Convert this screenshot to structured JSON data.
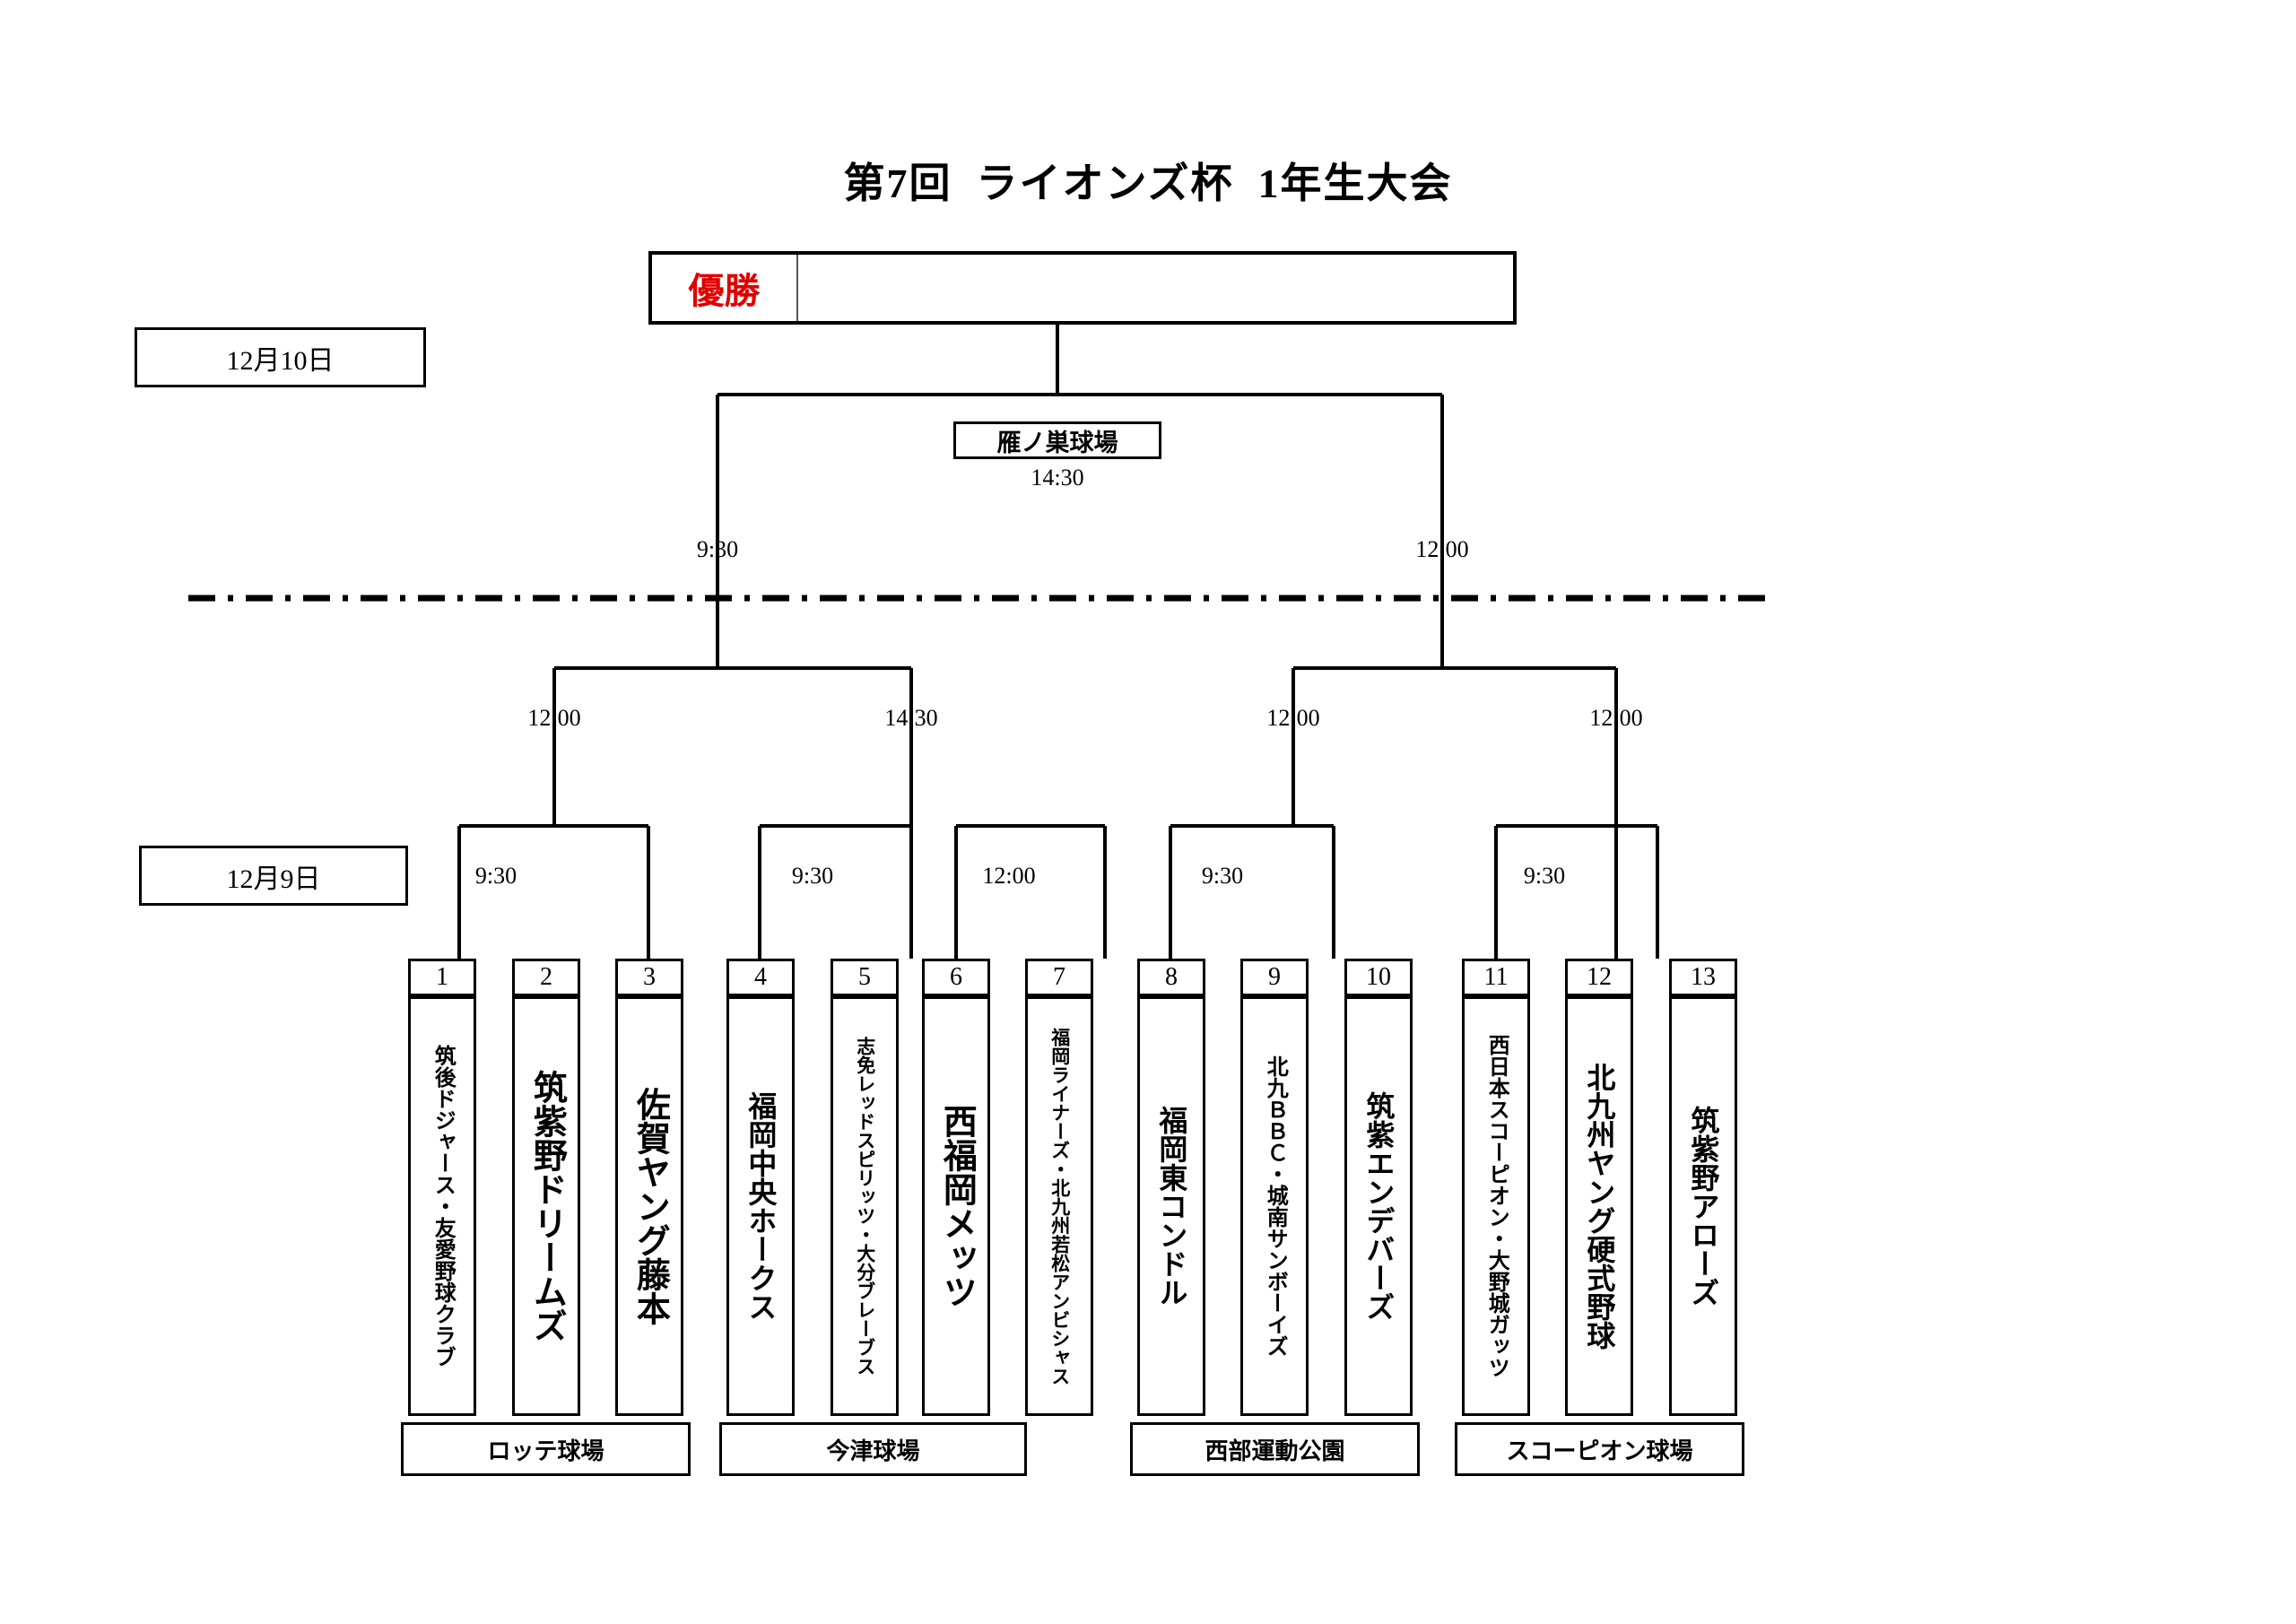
{
  "title": "第7回  ライオンズ杯  1年生大会",
  "champion": {
    "label": "優勝",
    "winner": ""
  },
  "dates": {
    "day2": "12月10日",
    "day1": "12月9日"
  },
  "final": {
    "venue": "雁ノ巣球場",
    "time": "14:30"
  },
  "semifinal_times": [
    "9:30",
    "12:00"
  ],
  "quarterfinal_times": [
    "12:00",
    "14:30",
    "12:00",
    "12:00"
  ],
  "firstround_times": [
    "9:30",
    "9:30",
    "12:00",
    "9:30",
    "9:30"
  ],
  "teams": [
    {
      "seed": "1",
      "name": "筑後ドジャース・友愛野球クラブ",
      "size": "tn-sm"
    },
    {
      "seed": "2",
      "name": "筑紫野ドリームズ",
      "size": "tn-lg"
    },
    {
      "seed": "3",
      "name": "佐賀ヤング藤本",
      "size": "tn-lg"
    },
    {
      "seed": "4",
      "name": "福岡中央ホークス",
      "size": "tn-md"
    },
    {
      "seed": "5",
      "name": "志免レッドスピリッツ・大分ブレーブス",
      "size": "tn-xs"
    },
    {
      "seed": "6",
      "name": "西福岡メッツ",
      "size": "tn-lg"
    },
    {
      "seed": "7",
      "name": "福岡ライナーズ・北九州若松アンビシャス",
      "size": "tn-xs"
    },
    {
      "seed": "8",
      "name": "福岡東コンドル",
      "size": "tn-md"
    },
    {
      "seed": "9",
      "name": "北九ＢＢＣ・城南サンボーイズ",
      "size": "tn-sm"
    },
    {
      "seed": "10",
      "name": "筑紫エンデバーズ",
      "size": "tn-md"
    },
    {
      "seed": "11",
      "name": "西日本スコーピオン・大野城ガッツ",
      "size": "tn-sm"
    },
    {
      "seed": "12",
      "name": "北九州ヤング硬式野球",
      "size": "tn-md"
    },
    {
      "seed": "13",
      "name": "筑紫野アローズ",
      "size": "tn-md"
    }
  ],
  "ground_labels": [
    "ロッテ球場",
    "今津球場",
    "西部運動公園",
    "スコーピオン球場"
  ],
  "colors": {
    "champion_text": "#e00000",
    "line": "#000000",
    "background": "#ffffff"
  }
}
